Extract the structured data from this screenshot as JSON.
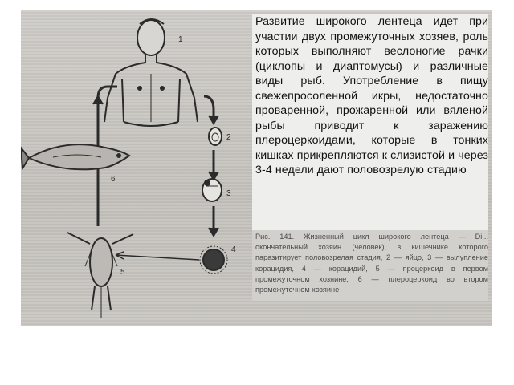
{
  "main_text": "Развитие широкого лентеца идет при участии двух промежуточных хозяев, роль которых выполняют веслоногие рачки (циклопы и диаптомусы) и различные виды рыб. Употребление в пищу свежепросоленной икры, недостаточно проваренной, прожаренной или вяленой рыбы приводит к заражению плероцеркоидами, которые в тонких кишках прикрепляются к слизистой и через 3-4 недели дают половозрелую стадию",
  "caption": "Рис. 141. Жизненный цикл широкого лентеца — Di... окончательный хозяин (человек), в кишечнике которого паразитирует половозрелая стадия, 2 — яйцо, 3 — вылупление корацидия, 4 — корацидий, 5 — процеркоид в первом промежуточном хозяине, 6 — плероцеркоид во втором промежуточном хозяине",
  "figure_labels": {
    "n1": "1",
    "n2": "2",
    "n3": "3",
    "n4": "4",
    "n5": "5",
    "n6": "6"
  },
  "colors": {
    "ink": "#2b2b2b",
    "paper": "#c9c6c2",
    "panel": "#eeeeed"
  }
}
